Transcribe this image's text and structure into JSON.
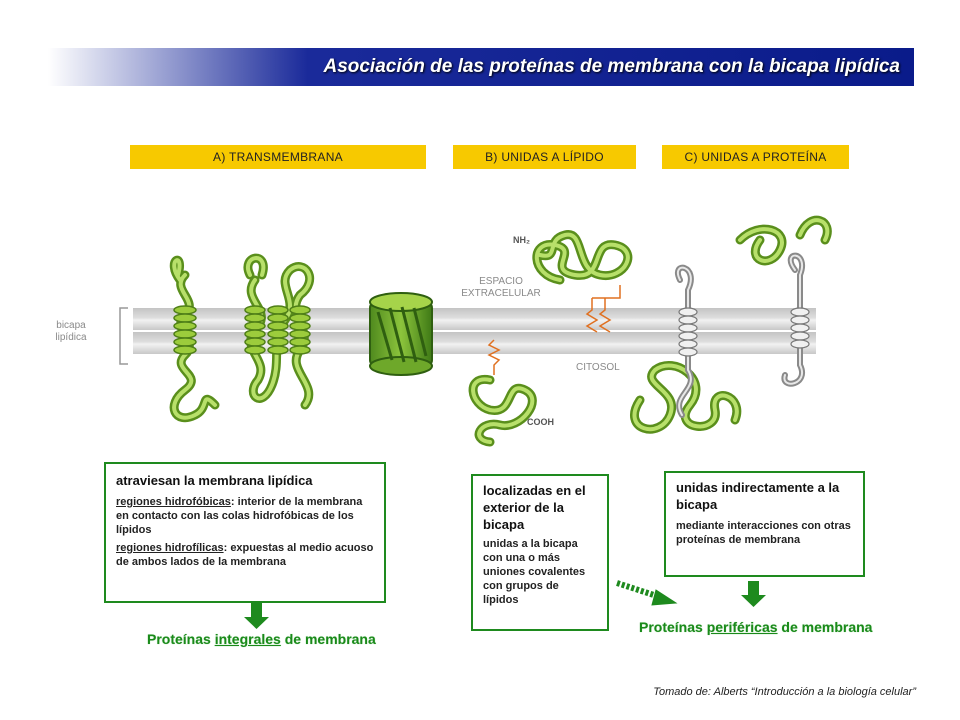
{
  "title": "Asociación de las proteínas de membrana con la bicapa lipídica",
  "categories": {
    "a": "A) TRANSMEMBRANA",
    "b": "B) UNIDAS A LÍPIDO",
    "c": "C) UNIDAS A PROTEÍNA"
  },
  "diagram_labels": {
    "bilayer": "bicapa lipídica",
    "extracellular": "ESPACIO EXTRACELULAR",
    "cytosol": "CITOSOL",
    "nh2": "NH₂",
    "cooh": "COOH"
  },
  "box_integral": {
    "heading": "atraviesan la membrana lipídica",
    "line1_term": "regiones hidrofóbicas",
    "line1_rest": ": interior de la membrana en contacto con las colas hidrofóbicas de los lípidos",
    "line2_term": "regiones hidrofílicas",
    "line2_rest": ": expuestas al medio acuoso de ambos lados de la membrana"
  },
  "box_lipid": {
    "heading": "localizadas en el exterior de la bicapa",
    "body": "unidas a la bicapa con una o más uniones covalentes con grupos de lípidos"
  },
  "box_protein": {
    "heading": "unidas indirectamente a la bicapa",
    "body": "mediante interacciones con otras proteínas de membrana"
  },
  "integral_label": {
    "pre": "Proteínas ",
    "term": "integrales",
    "post": " de membrana"
  },
  "peripheral_label": {
    "pre": "Proteínas ",
    "term": "periféricas",
    "post": " de membrana"
  },
  "credit": "Tomado de: Alberts “Introducción a la biología celular”",
  "colors": {
    "accent_green": "#1e8a1e",
    "category_yellow": "#f7c900",
    "protein_green": "#9ccc3c",
    "title_blue": "#0a1b8a"
  }
}
